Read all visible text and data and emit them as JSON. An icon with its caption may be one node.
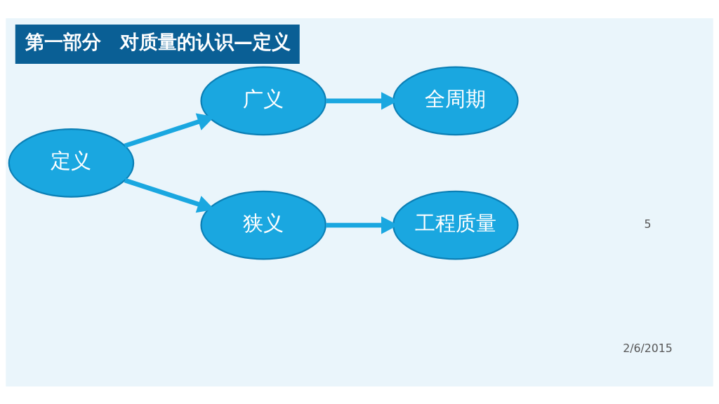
{
  "diagram": {
    "title": "第一部分　对质量的认识—定义",
    "nodes": [
      {
        "text": [
          "定义"
        ]
      },
      {
        "text": [
          "广义"
        ]
      },
      {
        "text": [
          "狭义"
        ]
      },
      {
        "text": [
          "全周期"
        ]
      },
      {
        "text": [
          "工程质量"
        ]
      }
    ],
    "edges": [
      {
        "from": 0,
        "to": 1,
        "arrow": "to"
      },
      {
        "from": 0,
        "to": 2,
        "arrow": "to"
      },
      {
        "from": 1,
        "to": 3,
        "arrow": "to"
      },
      {
        "from": 2,
        "to": 4,
        "arrow": "to"
      }
    ],
    "labels": [
      "5",
      "2/6/2015"
    ]
  }
}
